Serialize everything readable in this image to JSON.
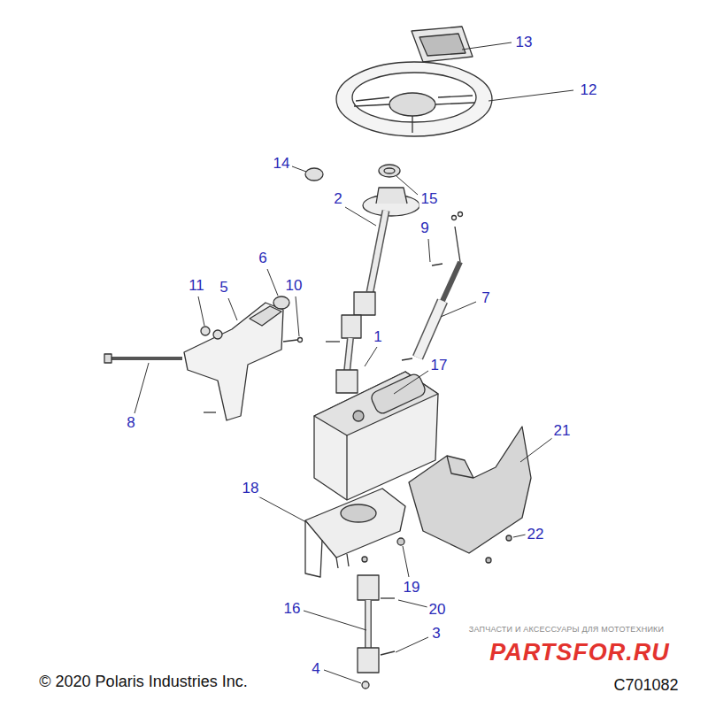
{
  "diagram": {
    "labels": [
      "13",
      "12",
      "14",
      "15",
      "2",
      "9",
      "6",
      "11",
      "5",
      "10",
      "7",
      "1",
      "8",
      "17",
      "21",
      "18",
      "22",
      "19",
      "16",
      "20",
      "3",
      "4",
      "© 2020 Polaris Industries Inc.",
      "C701082",
      "ЗАПЧАСТИ И АКСЕССУАРЫ ДЛЯ МОТОТЕХНИКИ",
      "PARTSFOR.RU"
    ]
  }
}
